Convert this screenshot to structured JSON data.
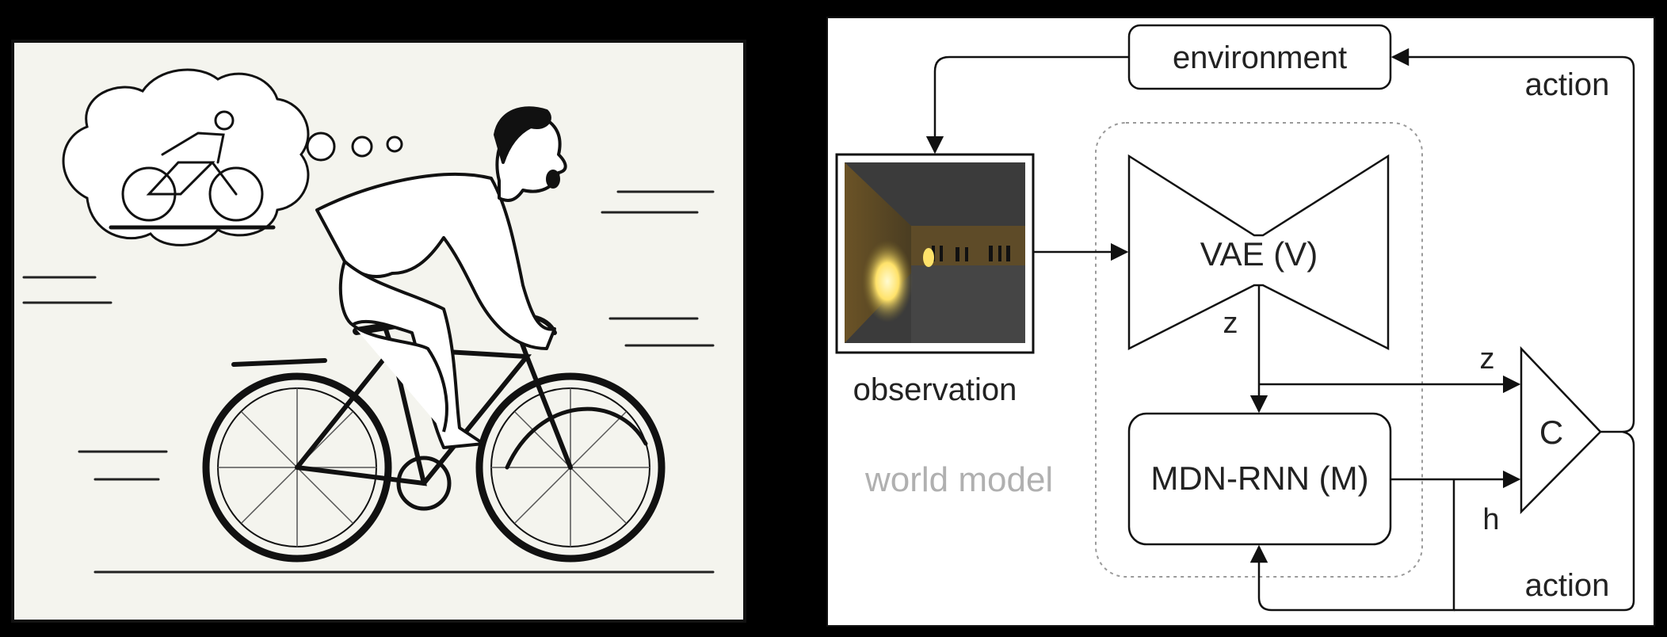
{
  "diagram": {
    "environment_label": "environment",
    "observation_label": "observation",
    "vae_label": "VAE (V)",
    "rnn_label": "MDN-RNN (M)",
    "controller_label": "C",
    "world_model_label": "world model",
    "z_label_vae": "z",
    "z_label_controller": "z",
    "h_label": "h",
    "action_top_label": "action",
    "action_bottom_label": "action"
  },
  "illustration": {
    "subject": "cyclist-cartoon",
    "thought": "cyclist-thought-bubble"
  },
  "colors": {
    "background": "#000000",
    "panel": "#ffffff",
    "ink": "#111111",
    "world_model_text": "#b0b0b0",
    "light": "#ffe26a"
  }
}
